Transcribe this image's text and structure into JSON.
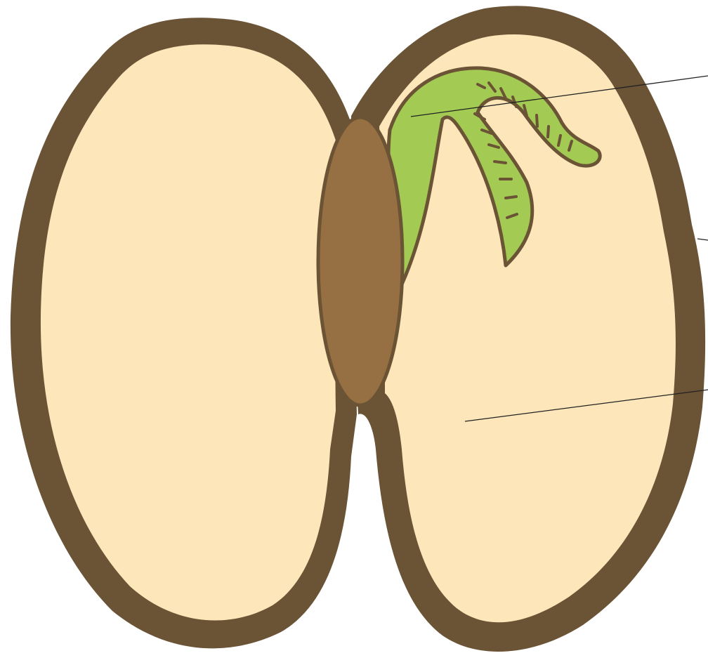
{
  "diagram": {
    "subject": "bean-seed-cross-section",
    "colors": {
      "seed_coat": "#6b5335",
      "cotyledon_fill": "#fde6b9",
      "hilum_fill": "#967042",
      "hilum_stroke": "#6b5335",
      "plumule_fill": "#a3cb53",
      "plumule_stroke": "#6b5335",
      "leader_line": "#222222",
      "background": "#ffffff"
    },
    "parts": [
      {
        "id": "seed-coat",
        "label": ""
      },
      {
        "id": "left-cotyledon",
        "label": ""
      },
      {
        "id": "right-cotyledon",
        "label": ""
      },
      {
        "id": "radicle-hilum",
        "label": ""
      },
      {
        "id": "plumule",
        "label": ""
      }
    ],
    "leader_lines": 3,
    "labels_visible": false
  }
}
